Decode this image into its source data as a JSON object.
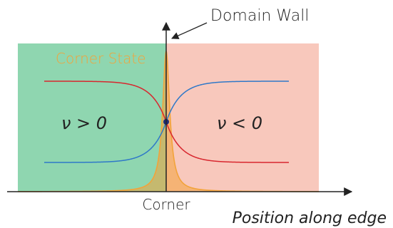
{
  "labels": {
    "domain_wall": "Domain Wall",
    "corner_state": "Corner State",
    "nu_positive": "ν > 0",
    "nu_negative": "ν < 0",
    "corner": "Corner",
    "position_axis": "Position along edge"
  },
  "colors": {
    "left_region": "#8fd6b0",
    "right_region": "#f8c8bc",
    "peak_fill": "#f2a33a",
    "peak_line": "#f2a33a",
    "red_curve": "#d8262e",
    "blue_curve": "#2f78c8",
    "crossing_dot": "#1e2a78",
    "axis": "#222222",
    "text": "#222222"
  },
  "icons": {
    "crossing_marker": "filled-circle",
    "wall_pointer": "arrow-icon"
  }
}
